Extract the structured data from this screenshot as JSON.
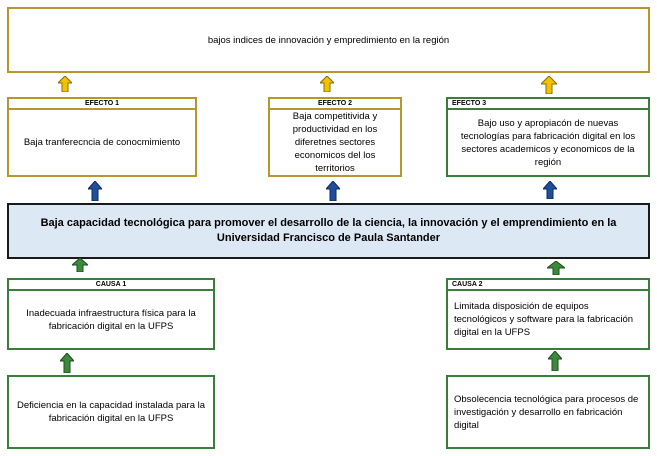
{
  "top_impact": "bajos indices de innovación y empredimiento en la región",
  "effects": [
    {
      "header": "EFECTO 1",
      "text": "Baja tranferecncia de conocmimiento"
    },
    {
      "header": "EFECTO 2",
      "text": "Baja competitivida y productividad en los diferetnes sectores economicos del los territorios"
    },
    {
      "header": "EFECTO 3",
      "text": "Bajo uso y apropiacón de nuevas tecnologías para fabricación digital en los sectores academicos y economicos de la región"
    }
  ],
  "central_problem": "Baja capacidad tecnológica para promover el desarrollo de la ciencia, la innovación y el emprendimiento en la Universidad Francisco de Paula Santander",
  "causes": [
    {
      "header": "CAUSA 1",
      "text": "Inadecuada infraestructura física para la fabricación digital en la UFPS",
      "sub": "Deficiencia en la capacidad instalada para la fabricación digital en la UFPS"
    },
    {
      "header": "CAUSA 2",
      "text": "Limitada disposición de equipos tecnológicos y software para la fabricación digital en la UFPS",
      "sub": "Obsolecencia tecnológica para procesos de investigación y desarrollo en fabricación digital"
    }
  ],
  "colors": {
    "effect_border": "#b8962e",
    "cause_border": "#3b7d3b",
    "problem_fill": "#dce8f4",
    "arrow_gold": "#f2c200",
    "arrow_blue": "#1f4e9a",
    "arrow_green": "#3b8a3b"
  },
  "icons": {
    "effect_arrows": "up-arrow-icon",
    "problem_arrows": "up-arrow-icon",
    "cause_arrows": "up-arrow-icon"
  }
}
